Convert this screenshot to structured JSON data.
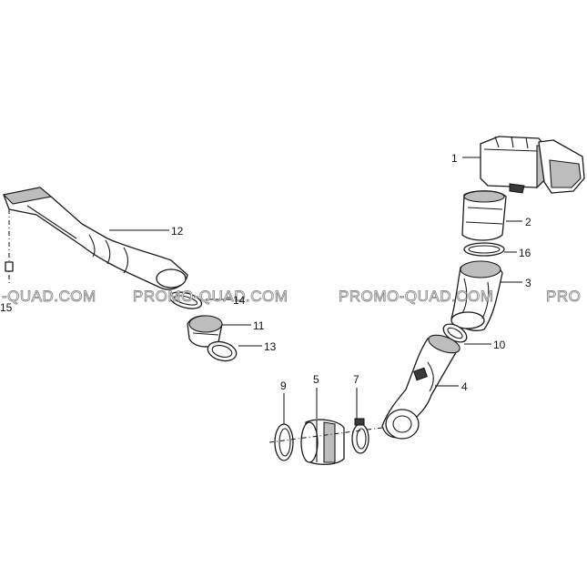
{
  "watermark": {
    "segments": [
      "-QUAD.COM",
      "PROMO-QUAD.COM",
      "PROMO-QUAD.COM",
      "PRO"
    ]
  },
  "callouts": {
    "c1": "1",
    "c2": "2",
    "c3": "3",
    "c4": "4",
    "c5": "5",
    "c7": "7",
    "c9": "9",
    "c10": "10",
    "c11": "11",
    "c12": "12",
    "c13": "13",
    "c14": "14",
    "c15": "15",
    "c16": "16"
  },
  "colors": {
    "line": "#1a1a1a",
    "shade": "#bdbdbd",
    "watermark_outline": "#8a8a8a"
  }
}
